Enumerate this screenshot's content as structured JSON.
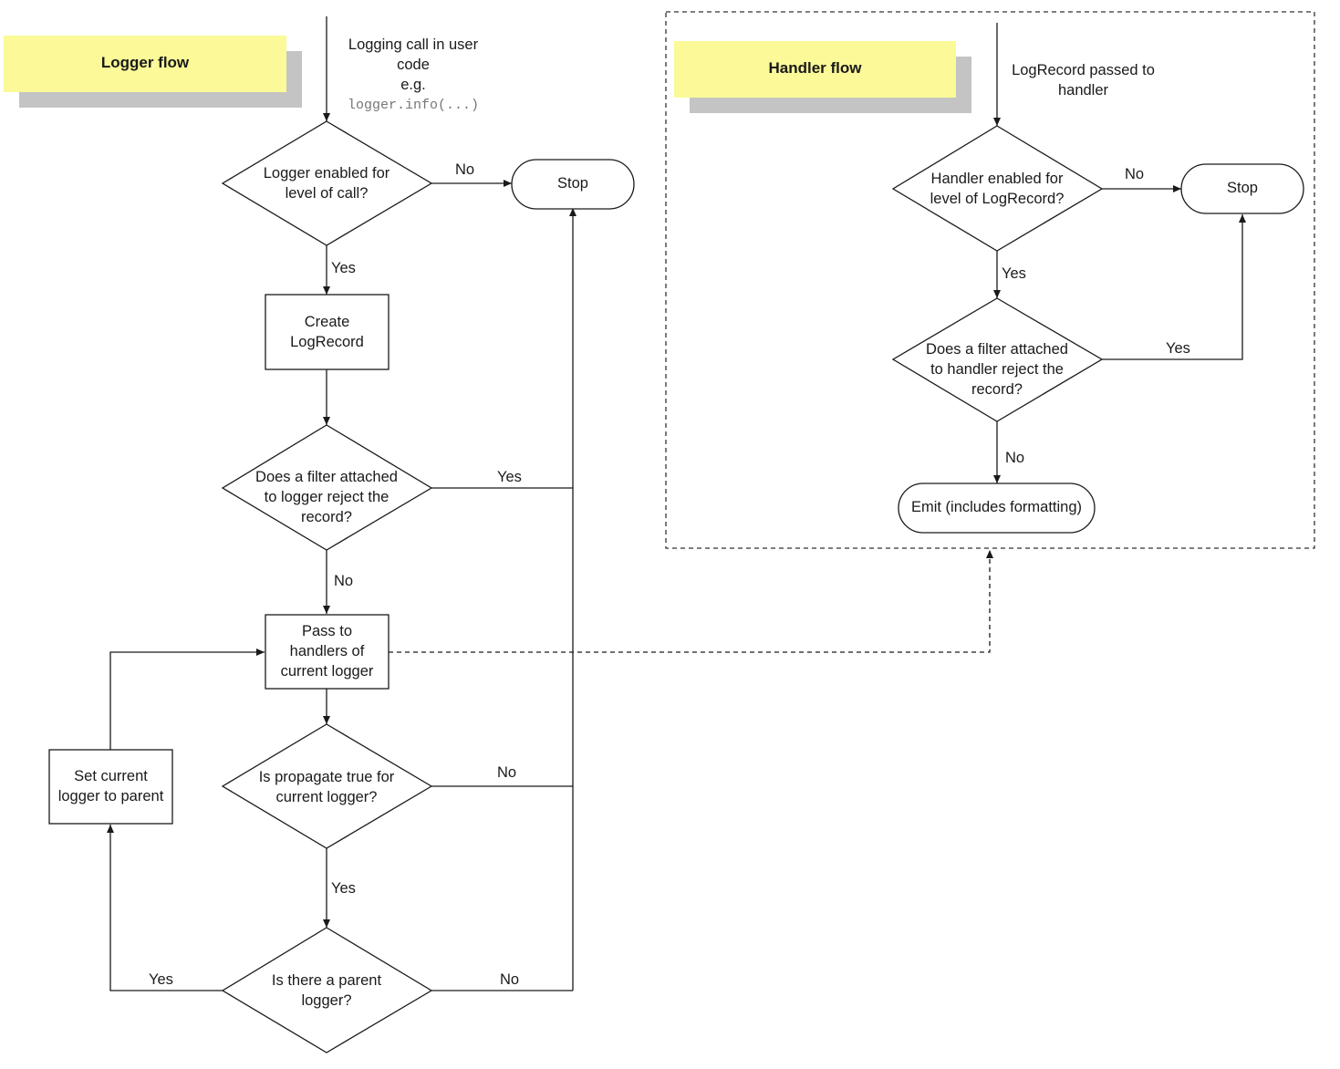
{
  "logger_flow": {
    "title": "Logger flow",
    "start_text": "Logging call in user\ncode\ne.g.",
    "start_code": "logger.info(...)",
    "decision_enabled": "Logger enabled for\nlevel of call?",
    "stop": "Stop",
    "create_record": "Create\nLogRecord",
    "decision_filter": "Does a filter attached\nto logger reject the\nrecord?",
    "pass_to_handlers": "Pass to\nhandlers of\ncurrent logger",
    "decision_propagate": "Is propagate true for\ncurrent logger?",
    "decision_parent": "Is there a parent\nlogger?",
    "set_parent": "Set current\nlogger to parent"
  },
  "handler_flow": {
    "title": "Handler flow",
    "start_text": "LogRecord passed to\nhandler",
    "decision_enabled": "Handler enabled for\nlevel of LogRecord?",
    "stop": "Stop",
    "decision_filter": "Does a filter attached\nto handler reject the\nrecord?",
    "emit": "Emit (includes formatting)"
  },
  "edge_labels": {
    "no": "No",
    "yes": "Yes"
  }
}
